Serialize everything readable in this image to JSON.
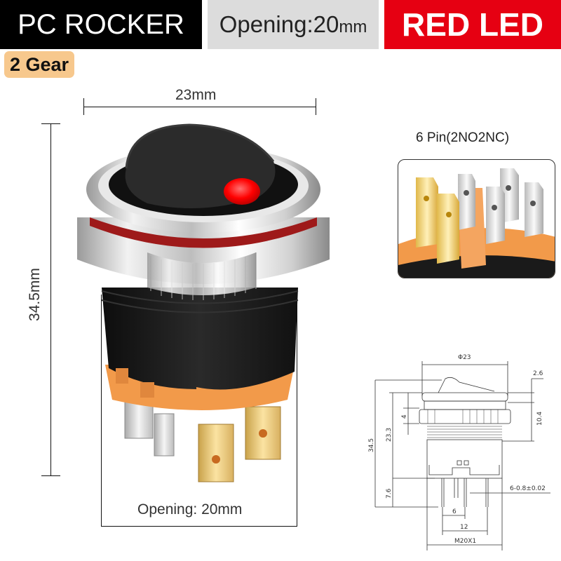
{
  "header": {
    "type_label": "PC ROCKER",
    "opening_label": "Opening:20",
    "opening_unit": "mm",
    "led_label": "RED LED",
    "colors": {
      "black_banner": "#000000",
      "gray_banner": "#dcdcdc",
      "red_banner": "#e60012"
    }
  },
  "gear_badge": {
    "label": "2 Gear",
    "color": "#f7c88d"
  },
  "dimensions": {
    "width_label": "23mm",
    "height_label": "34.5mm",
    "opening_label": "Opening: 20mm"
  },
  "pin_inset": {
    "title": "6 Pin(2NO2NC)"
  },
  "technical_drawing": {
    "diameter": "Φ23",
    "top_offset": "2.6",
    "bezel_height": "10.4",
    "nut_height": "4",
    "body_height": "23.3",
    "total_height": "34.5",
    "pin_length": "7.6",
    "pin_spec": "6-0.8±0.02",
    "pin_pitch_small": "6",
    "pin_pitch_large": "12",
    "thread": "M20X1"
  }
}
